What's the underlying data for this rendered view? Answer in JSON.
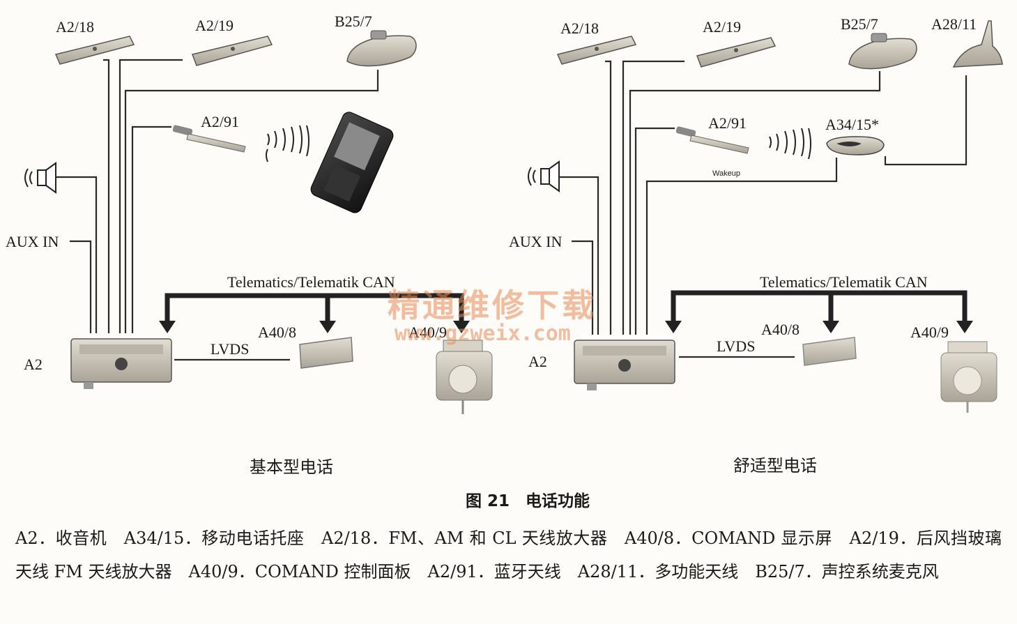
{
  "left_panel": {
    "title": "基本型电话",
    "labels": {
      "a2_18": "A2/18",
      "a2_19": "A2/19",
      "b25_7": "B25/7",
      "a2_91": "A2/91",
      "aux_in": "AUX IN",
      "can": "Telematics/Telematik CAN",
      "a40_8": "A40/8",
      "a40_9": "A40/9",
      "lvds": "LVDS",
      "a2": "A2"
    }
  },
  "right_panel": {
    "title": "舒适型电话",
    "labels": {
      "a2_18": "A2/18",
      "a2_19": "A2/19",
      "b25_7": "B25/7",
      "a28_11": "A28/11",
      "a2_91": "A2/91",
      "a34_15": "A34/15*",
      "wakeup": "Wakeup",
      "aux_in": "AUX IN",
      "can": "Telematics/Telematik CAN",
      "a40_8": "A40/8",
      "a40_9": "A40/9",
      "lvds": "LVDS",
      "a2": "A2"
    }
  },
  "figure_title": "图 21　电话功能",
  "caption": "A2．收音机　A34/15．移动电话托座　A2/18．FM、AM 和 CL 天线放大器　A40/8．COMAND 显示屏　A2/19．后风挡玻璃天线 FM 天线放大器　A40/9．COMAND 控制面板　A2/91．蓝牙天线　A28/11．多功能天线　B25/7．声控系统麦克风",
  "watermark": {
    "cn": "精通维修下载",
    "url": "www.gzweix.com"
  },
  "colors": {
    "ink": "#1a1a1a",
    "device": "#cfcabd",
    "watermark": "#e98b55"
  }
}
